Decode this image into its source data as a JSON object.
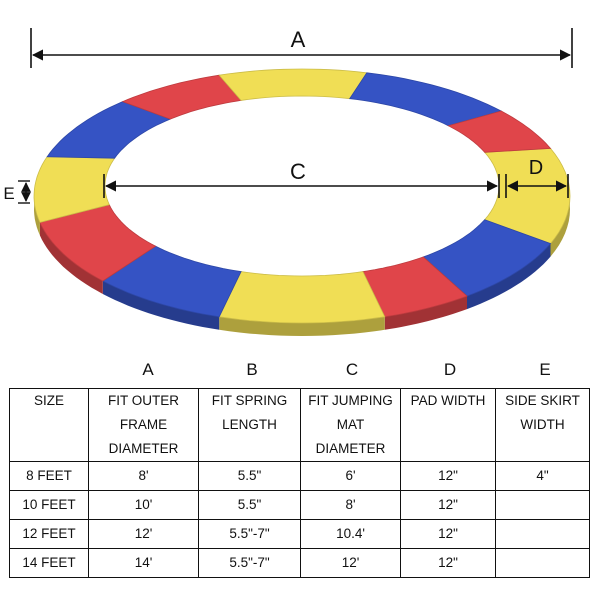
{
  "diagram": {
    "labels": {
      "a": "A",
      "c": "C",
      "d": "D",
      "e": "E"
    },
    "colors": {
      "red": "#e0454a",
      "blue": "#3553c4",
      "yellow": "#f0de55"
    }
  },
  "columns": [
    {
      "letter": "",
      "lines": [
        "SIZE"
      ]
    },
    {
      "letter": "A",
      "lines": [
        "FIT OUTER",
        "FRAME",
        "DIAMETER"
      ]
    },
    {
      "letter": "B",
      "lines": [
        "FIT SPRING",
        "LENGTH"
      ]
    },
    {
      "letter": "C",
      "lines": [
        "FIT JUMPING",
        "MAT",
        "DIAMETER"
      ]
    },
    {
      "letter": "D",
      "lines": [
        "PAD WIDTH"
      ]
    },
    {
      "letter": "E",
      "lines": [
        "SIDE SKIRT",
        "WIDTH"
      ]
    }
  ],
  "rows": [
    [
      "8 FEET",
      "8'",
      "5.5\"",
      "6'",
      "12\"",
      "4\""
    ],
    [
      "10 FEET",
      "10'",
      "5.5\"",
      "8'",
      "12\"",
      ""
    ],
    [
      "12 FEET",
      "12'",
      "5.5\"-7\"",
      "10.4'",
      "12\"",
      ""
    ],
    [
      "14 FEET",
      "14'",
      "5.5\"-7\"",
      "12'",
      "12\"",
      ""
    ]
  ]
}
